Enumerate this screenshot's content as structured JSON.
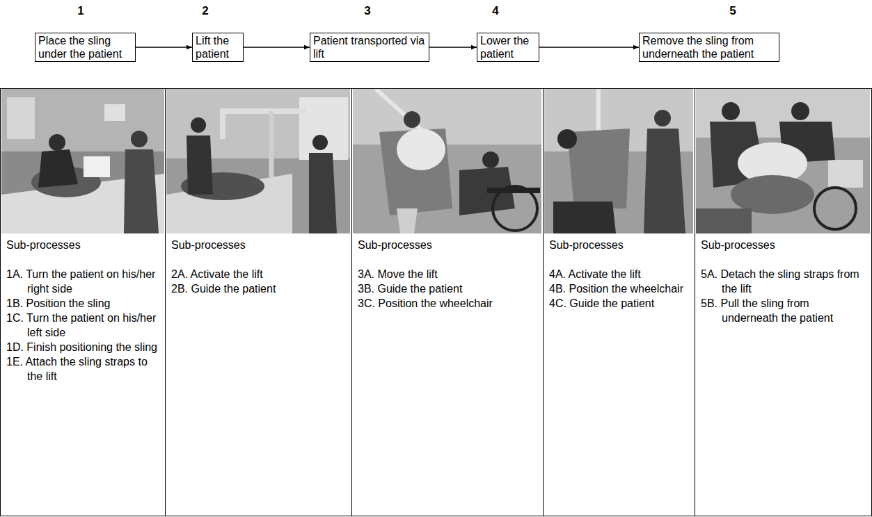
{
  "diagram": {
    "nodes": [
      {
        "text": [
          "Place the sling under the patient"
        ]
      },
      {
        "text": [
          "Lift the patient"
        ]
      },
      {
        "text": [
          "Patient transported via lift"
        ]
      },
      {
        "text": [
          "Lower the patient"
        ]
      },
      {
        "text": [
          "Remove the sling from underneath the patient"
        ]
      },
      {
        "text": [
          "Sub-processes",
          "1A. Turn the patient on his/her right side",
          "1B. Position the sling",
          "1C. Turn the patient on his/her left side",
          "1D. Finish positioning the sling",
          "1E. Attach the sling straps to the lift"
        ]
      },
      {
        "text": [
          "Sub-processes",
          "2A. Activate the lift",
          "2B. Guide the patient"
        ]
      },
      {
        "text": [
          "Sub-processes",
          "3A. Move the lift",
          "3B. Guide the patient",
          "3C. Position the wheelchair"
        ]
      },
      {
        "text": [
          "Sub-processes",
          "4A. Activate the lift",
          "4B. Position the wheelchair",
          "4C. Guide the patient"
        ]
      },
      {
        "text": [
          "Sub-processes",
          "5A. Detach the sling straps from the lift",
          "5B. Pull the sling from underneath the patient"
        ]
      }
    ],
    "edges": [
      {
        "from": 0,
        "to": 1,
        "arrow": "to"
      },
      {
        "from": 1,
        "to": 2,
        "arrow": "to"
      },
      {
        "from": 2,
        "to": 3,
        "arrow": "to"
      },
      {
        "from": 3,
        "to": 4,
        "arrow": "to"
      }
    ],
    "labels": [
      "1",
      "2",
      "3",
      "4",
      "5"
    ]
  }
}
